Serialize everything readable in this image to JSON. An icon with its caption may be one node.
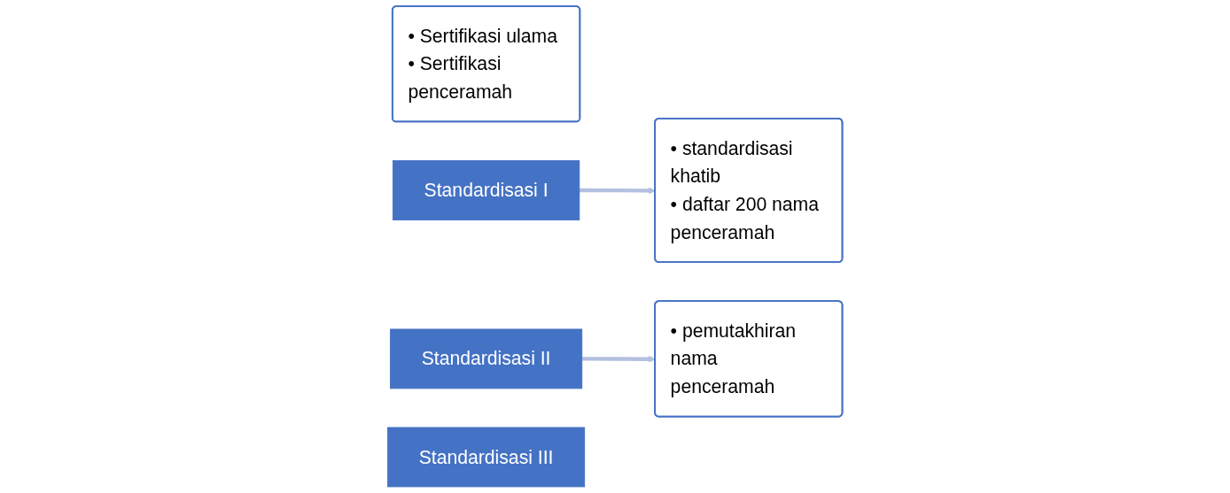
{
  "diagram": {
    "nodes": [
      {
        "text": [
          "• Sertifikasi ulama",
          "• Sertifikasi penceramah"
        ]
      },
      {
        "text": [
          "Standardisasi I"
        ]
      },
      {
        "text": [
          "Standardisasi II"
        ]
      },
      {
        "text": [
          "• standardisasi khatib",
          "• daftar 200 nama penceramah"
        ]
      },
      {
        "text": [
          "• pemutakhiran nama penceramah"
        ]
      },
      {
        "text": [
          "Standardisasi III"
        ]
      }
    ],
    "edges": [
      {
        "from": 1,
        "to": 3,
        "arrow": "to"
      },
      {
        "from": 2,
        "to": 4,
        "arrow": "to"
      }
    ]
  }
}
